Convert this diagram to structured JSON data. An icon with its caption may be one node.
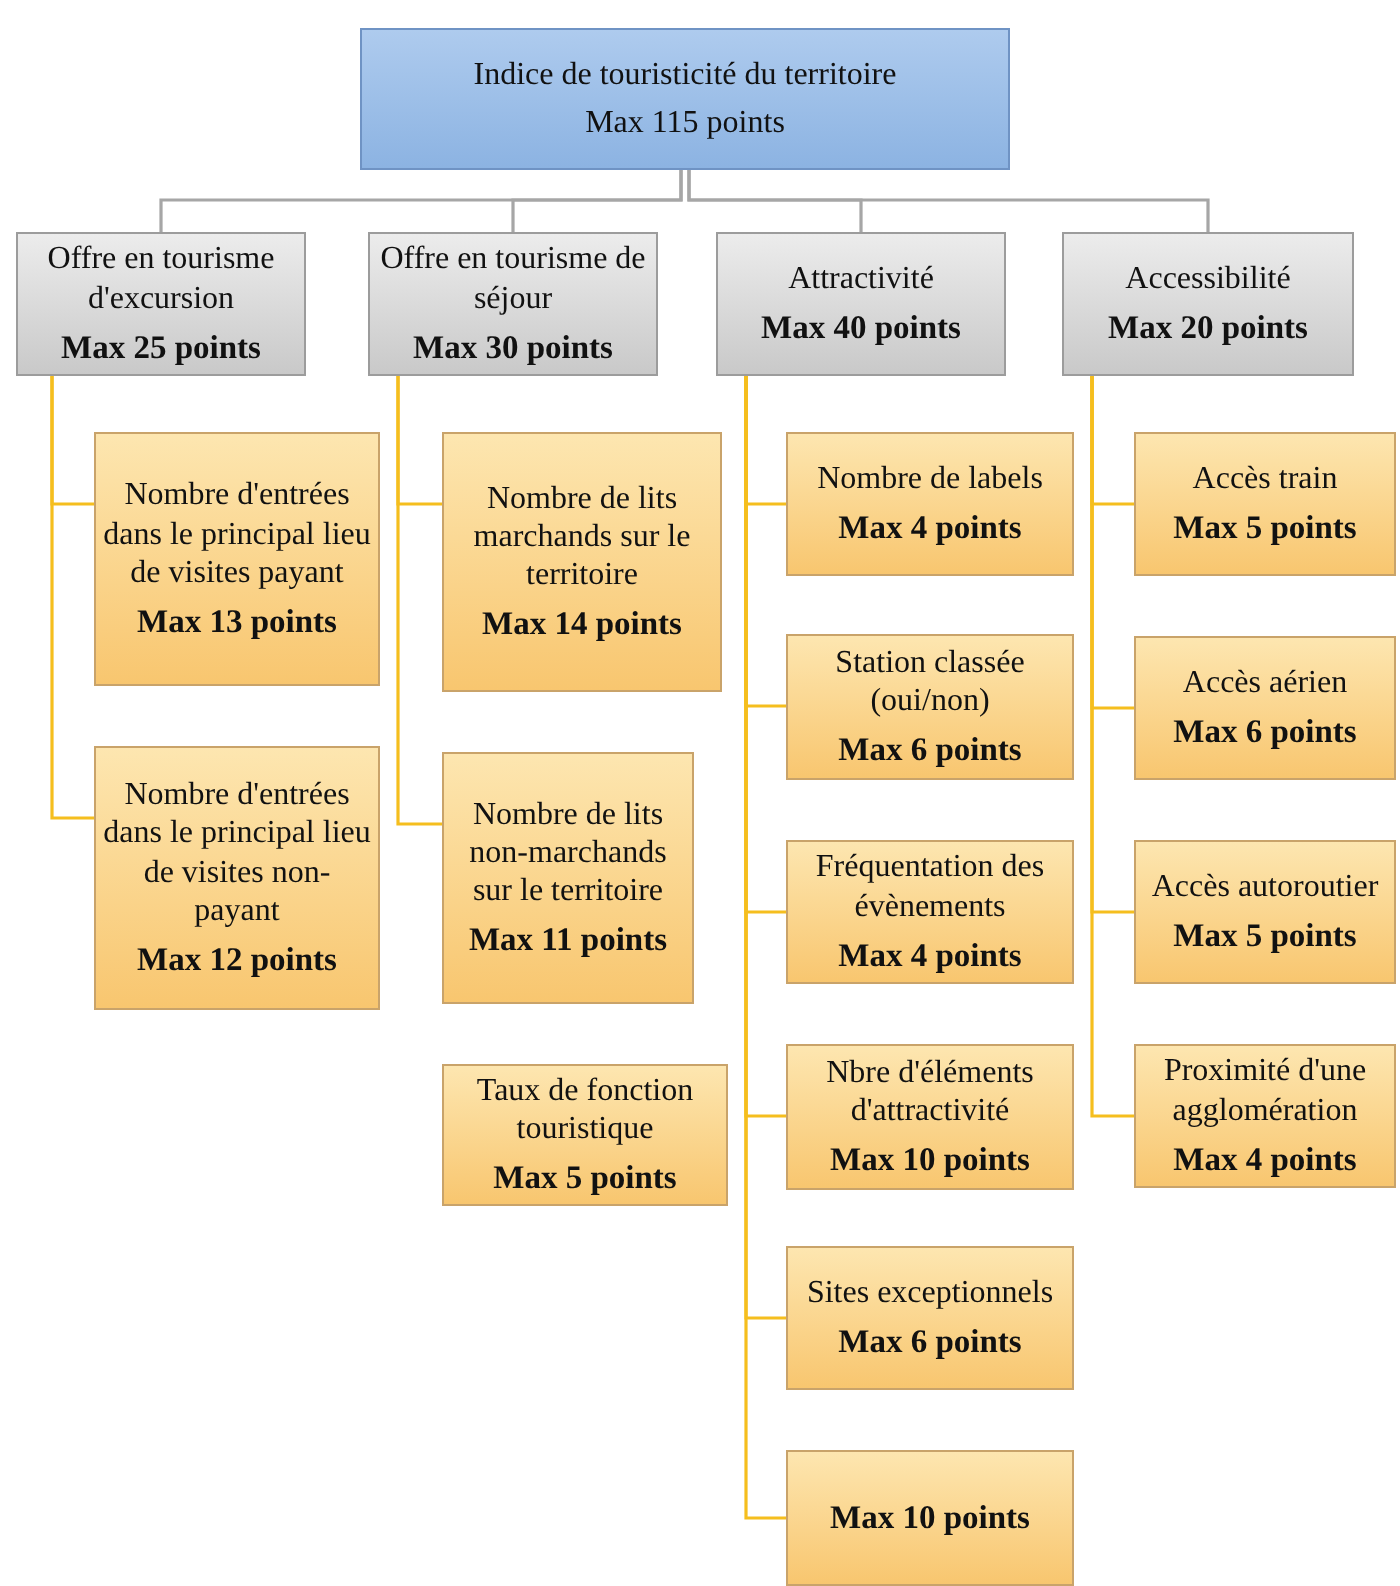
{
  "diagram": {
    "nodes": [
      {
        "text": [
          "Indice de touristicité du territoire",
          "Max 115 points"
        ]
      },
      {
        "text": [
          "Offre en tourisme d'excursion",
          "Max 25 points"
        ]
      },
      {
        "text": [
          "Offre en tourisme de séjour",
          "Max 30 points"
        ]
      },
      {
        "text": [
          "Attractivité",
          "Max 40 points"
        ]
      },
      {
        "text": [
          "Accessibilité",
          "Max 20 points"
        ]
      },
      {
        "text": [
          "Nombre d'entrées dans le principal lieu de visites payant",
          "Max 13 points"
        ]
      },
      {
        "text": [
          "Nombre d'entrées dans le principal lieu de visites non-payant",
          "Max 12 points"
        ]
      },
      {
        "text": [
          "Nombre de lits marchands sur le territoire",
          "Max 14 points"
        ]
      },
      {
        "text": [
          "Nombre de lits non-marchands sur le territoire",
          "Max 11 points"
        ]
      },
      {
        "text": [
          "Taux de fonction touristique",
          "Max 5 points"
        ]
      },
      {
        "text": [
          "Nombre de labels",
          "Max 4 points"
        ]
      },
      {
        "text": [
          "Station classée (oui/non)",
          "Max 6 points"
        ]
      },
      {
        "text": [
          "Fréquentation des évènements",
          "Max 4 points"
        ]
      },
      {
        "text": [
          "Nbre d'éléments d'attractivité",
          "Max 10 points"
        ]
      },
      {
        "text": [
          "Sites exceptionnels",
          "Max 6 points"
        ]
      },
      {
        "text": [
          "Max 10 points"
        ]
      },
      {
        "text": [
          "Accès train",
          "Max 5 points"
        ]
      },
      {
        "text": [
          "Accès aérien",
          "Max 6 points"
        ]
      },
      {
        "text": [
          "Accès autoroutier",
          "Max 5 points"
        ]
      },
      {
        "text": [
          "Proximité d'une agglomération",
          "Max 4 points"
        ]
      }
    ],
    "edges": [
      {
        "from": 0,
        "to": 1,
        "arrow": "none",
        "color": "#a6a6a6"
      },
      {
        "from": 0,
        "to": 2,
        "arrow": "none",
        "color": "#a6a6a6"
      },
      {
        "from": 0,
        "to": 3,
        "arrow": "none",
        "color": "#a6a6a6"
      },
      {
        "from": 0,
        "to": 4,
        "arrow": "none",
        "color": "#a6a6a6"
      },
      {
        "from": 1,
        "to": 5,
        "arrow": "none"
      },
      {
        "from": 1,
        "to": 6,
        "arrow": "none"
      },
      {
        "from": 2,
        "to": 7,
        "arrow": "none"
      },
      {
        "from": 2,
        "to": 8,
        "arrow": "none"
      },
      {
        "from": 3,
        "to": 10,
        "arrow": "none"
      },
      {
        "from": 3,
        "to": 11,
        "arrow": "none"
      },
      {
        "from": 3,
        "to": 12,
        "arrow": "none"
      },
      {
        "from": 3,
        "to": 13,
        "arrow": "none"
      },
      {
        "from": 3,
        "to": 14,
        "arrow": "none"
      },
      {
        "from": 3,
        "to": 15,
        "arrow": "none"
      },
      {
        "from": 4,
        "to": 16,
        "arrow": "none"
      },
      {
        "from": 4,
        "to": 17,
        "arrow": "none"
      },
      {
        "from": 4,
        "to": 18,
        "arrow": "none"
      },
      {
        "from": 4,
        "to": 19,
        "arrow": "none"
      }
    ]
  }
}
